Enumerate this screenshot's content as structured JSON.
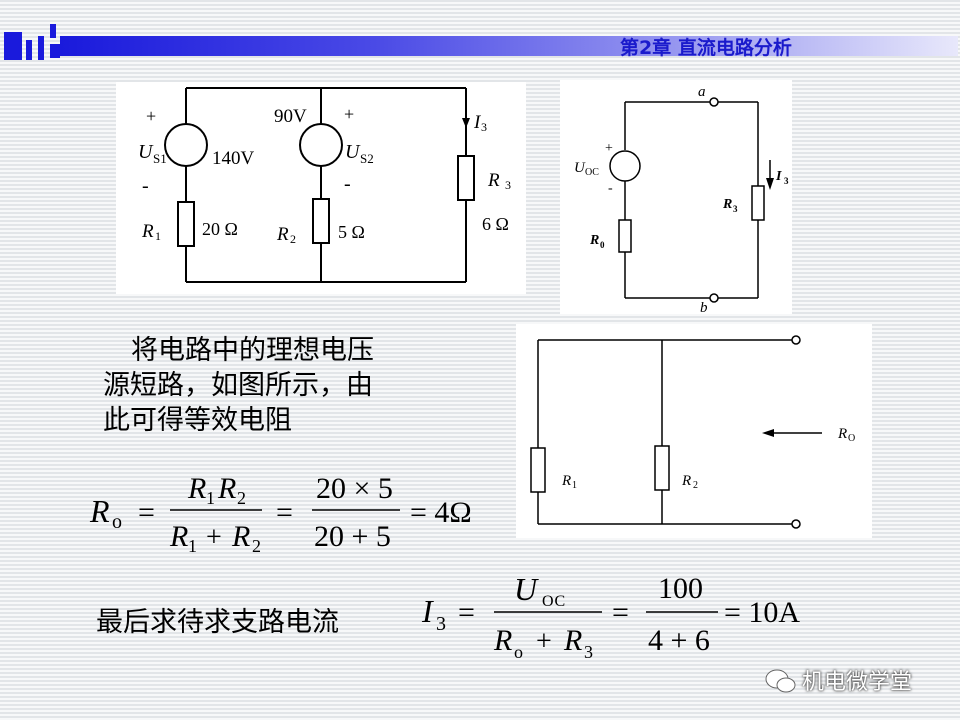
{
  "header": {
    "chapter_title": "第2章 直流电路分析"
  },
  "circuit_main": {
    "us1_label": "U",
    "us1_sub": "S1",
    "us1_value": "140V",
    "us1_plus": "+",
    "us1_minus": "-",
    "us2_label": "U",
    "us2_sub": "S2",
    "us2_value": "90V",
    "us2_plus": "+",
    "us2_minus": "-",
    "r1_label": "R",
    "r1_sub": "1",
    "r1_value": "20 Ω",
    "r2_label": "R",
    "r2_sub": "2",
    "r2_value": "5 Ω",
    "r3_label": "R",
    "r3_sub": "3",
    "r3_value": "6 Ω",
    "i3_label": "I",
    "i3_sub": "3"
  },
  "circuit_thevenin": {
    "uoc_label": "U",
    "uoc_sub": "OC",
    "plus": "+",
    "minus": "-",
    "r0_label": "R",
    "r0_sub": "0",
    "r3_label": "R",
    "r3_sub": "3",
    "i3_label": "I",
    "i3_sub": "3",
    "node_a": "a",
    "node_b": "b"
  },
  "circuit_resistance": {
    "r1_label": "R",
    "r1_sub": "1",
    "r2_label": "R",
    "r2_sub": "2",
    "ro_label": "R",
    "ro_sub": "O"
  },
  "paragraph": {
    "line1": "将电路中的理想电压",
    "line2": "源短路，如图所示，由",
    "line3": "此可得等效电阻"
  },
  "equation1": {
    "lhs": "R",
    "lhs_sub": "o",
    "eq": "=",
    "num1_a": "R",
    "num1_a_sub": "1",
    "num1_b": "R",
    "num1_b_sub": "2",
    "den1_a": "R",
    "den1_a_sub": "1",
    "den1_plus": "+",
    "den1_b": "R",
    "den1_b_sub": "2",
    "num2": "20 × 5",
    "den2": "20 + 5",
    "result": "= 4Ω"
  },
  "final_label": "最后求待求支路电流",
  "equation2": {
    "lhs": "I",
    "lhs_sub": "3",
    "eq": "=",
    "num1": "U",
    "num1_sub": "OC",
    "den1_a": "R",
    "den1_a_sub": "o",
    "den1_plus": "+",
    "den1_b": "R",
    "den1_b_sub": "3",
    "num2": "100",
    "den2": "4 + 6",
    "result": "= 10A"
  },
  "watermark": "机电微学堂"
}
